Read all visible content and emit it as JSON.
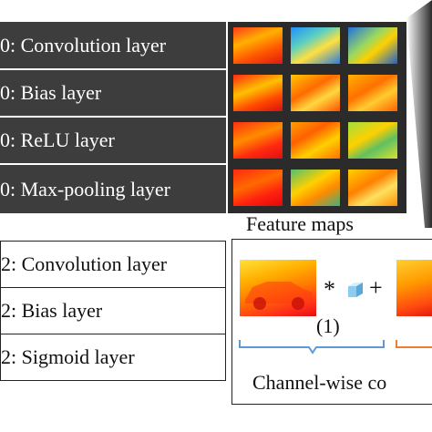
{
  "top_layers": [
    {
      "label": "0: Convolution layer"
    },
    {
      "label": "0: Bias layer"
    },
    {
      "label": "0: ReLU layer"
    },
    {
      "label": "0: Max-pooling layer"
    }
  ],
  "feature_maps_caption": "Feature maps",
  "bottom_layers": [
    {
      "label": "2: Convolution layer"
    },
    {
      "label": "2: Bias layer"
    },
    {
      "label": "2: Sigmoid layer"
    }
  ],
  "operation": {
    "multiply_symbol": "*",
    "plus_symbol": "+",
    "index_label": "(1)",
    "caption": "Channel-wise co"
  },
  "colors": {
    "dark_row": "#3d3d3d",
    "bracket_blue": "#5b9bd5",
    "bracket_orange": "#ed7d31",
    "cube": "#8ecbf0"
  }
}
